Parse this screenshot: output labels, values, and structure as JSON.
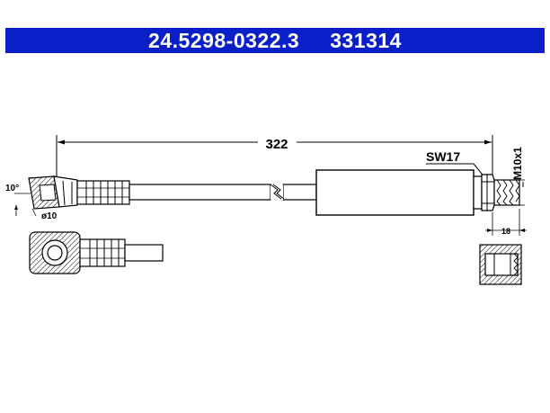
{
  "header": {
    "part_number": "24.5298-0322.3",
    "ref_number": "331314",
    "background_color": "#0b1fc8"
  },
  "dimensions": {
    "length_label": "322",
    "wrench_label": "SW17",
    "thread_label": "M10x1",
    "fitting_length_label": "18",
    "angle_label": "10°",
    "diameter_label": "ø10"
  }
}
